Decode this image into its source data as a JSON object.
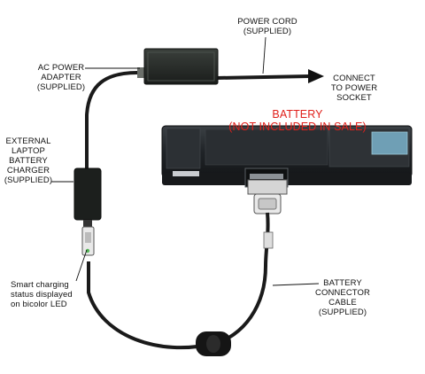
{
  "labels": {
    "power_cord": [
      "POWER CORD",
      "(SUPPLIED)"
    ],
    "ac_adapter": [
      "AC POWER",
      "ADAPTER",
      "(SUPPLIED)"
    ],
    "connect": [
      "CONNECT",
      "TO POWER",
      "SOCKET"
    ],
    "battery_note": [
      "BATTERY",
      "(NOT INCLUDED IN SALE)"
    ],
    "external_charger": [
      "EXTERNAL",
      "LAPTOP",
      "BATTERY",
      "CHARGER",
      "(SUPPLIED)"
    ],
    "smart_charging": [
      "Smart charging",
      "status displayed",
      "on bicolor LED"
    ],
    "connector_cable": [
      "BATTERY",
      "CONNECTOR",
      "CABLE",
      "(SUPPLIED)"
    ]
  },
  "colors": {
    "text": "#111111",
    "accent_red": "#e0201b",
    "device_dark": "#1f2320",
    "battery_body": "#23272b",
    "cable": "#1a1a1a"
  }
}
